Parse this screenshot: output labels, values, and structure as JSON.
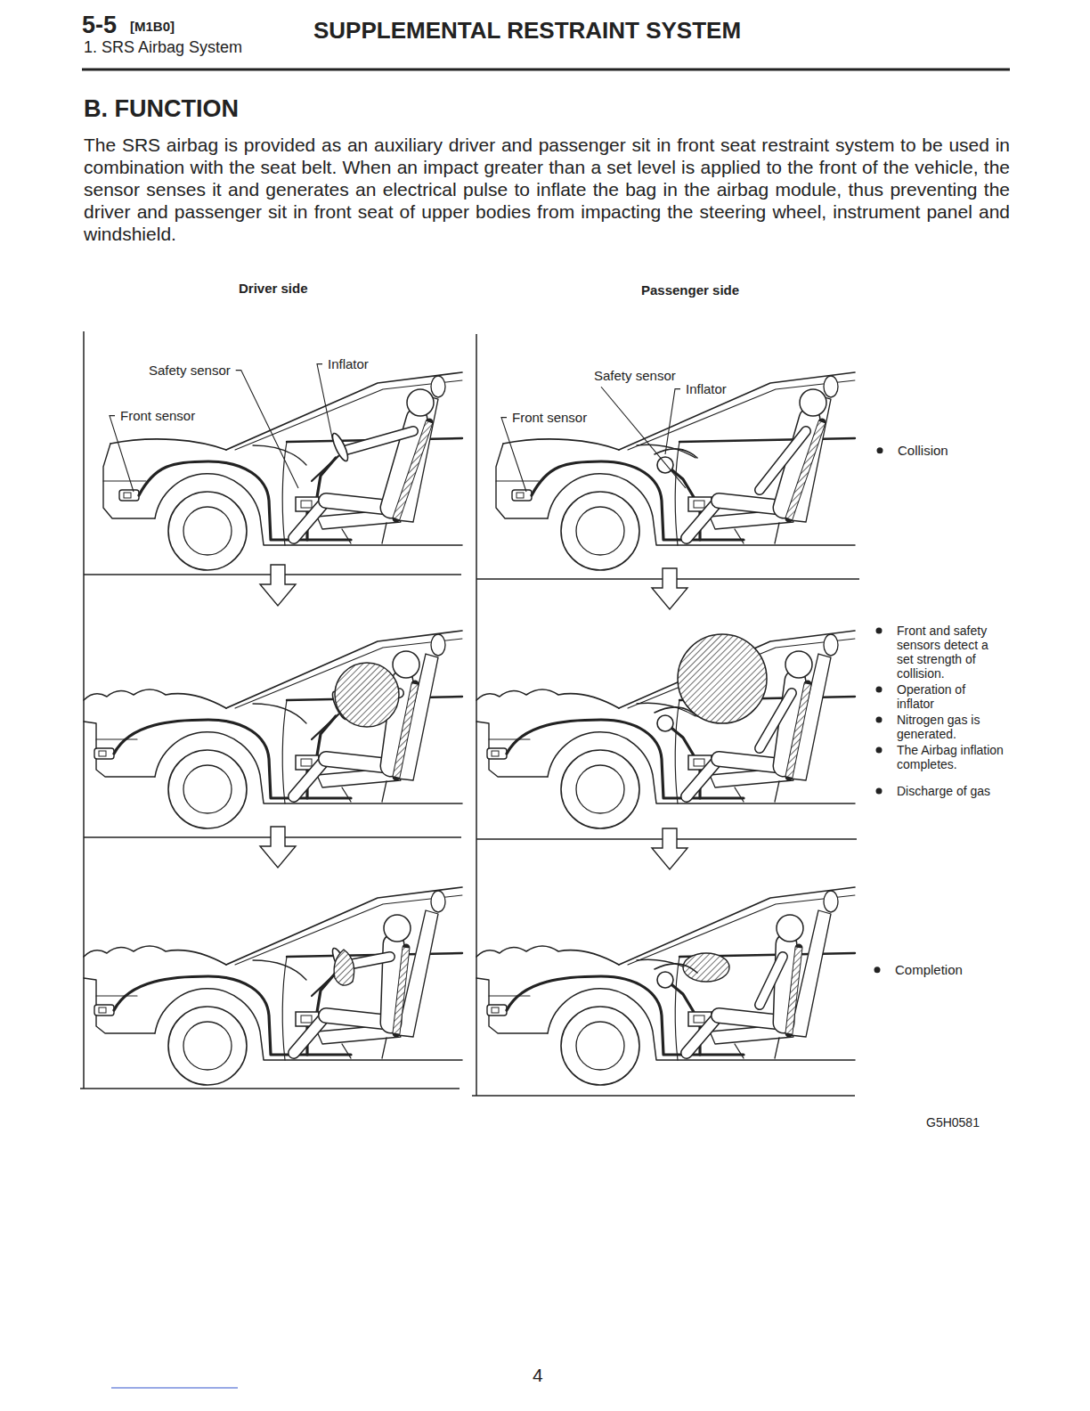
{
  "diagram": {
    "title": "SUPPLEMENTAL RESTRAINT SYSTEM",
    "labels": [
      "5-5",
      "[M1B0]",
      "1. SRS Airbag System",
      "B. FUNCTION",
      "The SRS airbag is provided as an auxiliary driver and passenger sit in front seat restraint system to be used in combination with the seat belt. When an impact greater than a set level is applied to the front of the vehicle, the sensor senses it and generates an electrical pulse to inflate the bag in the airbag module, thus preventing the driver and passenger sit in front seat of upper bodies from impacting the steering wheel, instrument panel and windshield.",
      "Driver side",
      "Passenger side",
      "Safety sensor",
      "Inflator",
      "Front sensor",
      "Safety sensor",
      "Inflator",
      "Front sensor",
      "Collision",
      "Front and safety sensors detect a set strength of collision.",
      "Operation of inflator",
      "Nitrogen gas is generated.",
      "The Airbag inflation completes.",
      "Discharge of gas",
      "Completion",
      "G5H0581",
      "4"
    ]
  }
}
